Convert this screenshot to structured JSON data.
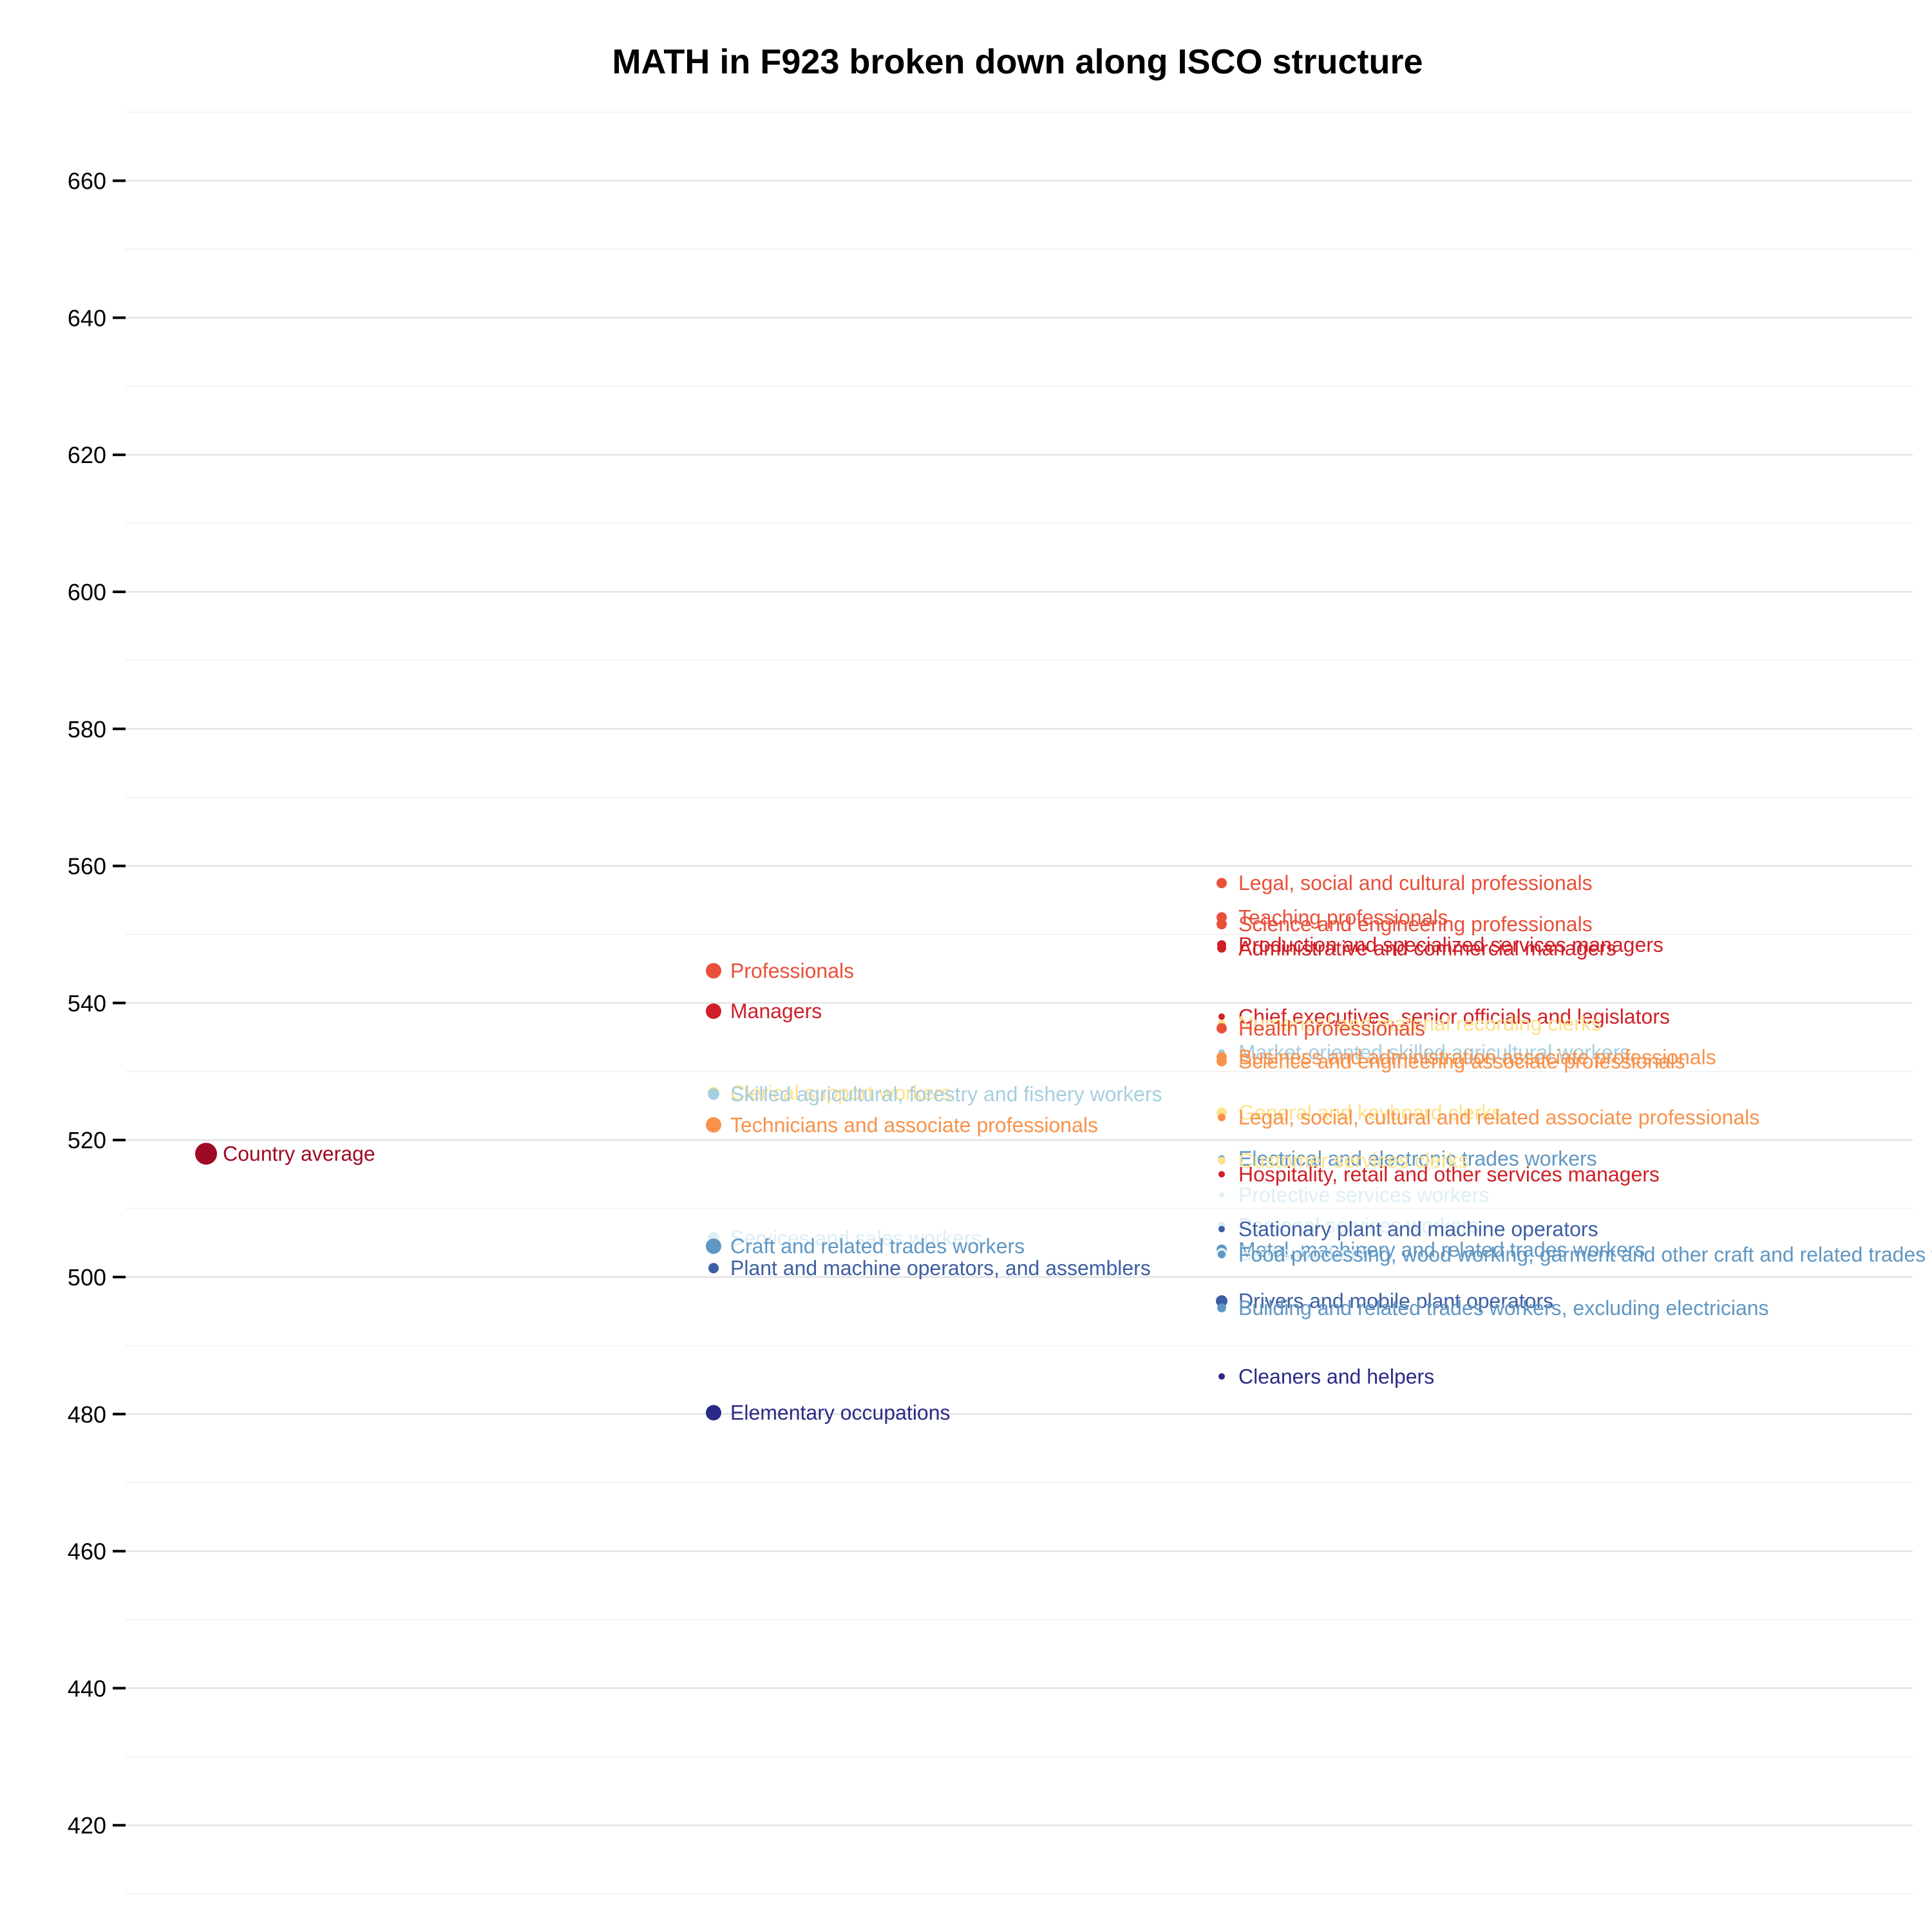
{
  "chart_data": {
    "type": "scatter",
    "title": "MATH in F923 broken down along ISCO structure",
    "xlabel": "",
    "ylabel": "",
    "ylim": [
      410,
      670
    ],
    "yticks": [
      420,
      440,
      460,
      480,
      500,
      520,
      540,
      560,
      580,
      600,
      620,
      640,
      660
    ],
    "grid": true,
    "legend": "none",
    "levels": [
      1,
      2,
      3
    ],
    "points": [
      {
        "level": 1,
        "label": "Country average",
        "value": 518,
        "color": "#9e0a24",
        "size": 17
      },
      {
        "level": 2,
        "label": "Professionals",
        "value": 544.7,
        "color": "#e8503a",
        "size": 12
      },
      {
        "level": 2,
        "label": "Managers",
        "value": 538.8,
        "color": "#d01f27",
        "size": 12
      },
      {
        "level": 2,
        "label": "Clerical support workers",
        "value": 526.9,
        "color": "#fde28b",
        "size": 9
      },
      {
        "level": 2,
        "label": "Skilled agricultural, forestry and fishery workers",
        "value": 526.7,
        "color": "#a6cfe0",
        "size": 9
      },
      {
        "level": 2,
        "label": "Technicians and associate professionals",
        "value": 522.2,
        "color": "#f8924b",
        "size": 12
      },
      {
        "level": 2,
        "label": "Services and sales workers",
        "value": 505.7,
        "color": "#ddeef5",
        "size": 9
      },
      {
        "level": 2,
        "label": "Craft and related trades workers",
        "value": 504.5,
        "color": "#6097c3",
        "size": 12
      },
      {
        "level": 2,
        "label": "Plant and machine operators, and assemblers",
        "value": 501.3,
        "color": "#3c5ea2",
        "size": 8
      },
      {
        "level": 2,
        "label": "Elementary occupations",
        "value": 480.2,
        "color": "#2a2a86",
        "size": 12
      },
      {
        "level": 3,
        "label": "Legal, social and cultural professionals",
        "value": 557.5,
        "color": "#e8503a",
        "size": 8
      },
      {
        "level": 3,
        "label": "Teaching professionals",
        "value": 552.5,
        "color": "#e8503a",
        "size": 8
      },
      {
        "level": 3,
        "label": "Science and engineering professionals",
        "value": 551.5,
        "color": "#e8503a",
        "size": 8
      },
      {
        "level": 3,
        "label": "Production and specialized services managers",
        "value": 548.5,
        "color": "#d01f27",
        "size": 7
      },
      {
        "level": 3,
        "label": "Administrative and commercial managers",
        "value": 548,
        "color": "#d01f27",
        "size": 7
      },
      {
        "level": 3,
        "label": "Chief executives, senior officials and legislators",
        "value": 538,
        "color": "#d01f27",
        "size": 5
      },
      {
        "level": 3,
        "label": "Numerical and material recording clerks",
        "value": 537,
        "color": "#fde28b",
        "size": 6
      },
      {
        "level": 3,
        "label": "Health professionals",
        "value": 536.3,
        "color": "#e8503a",
        "size": 8
      },
      {
        "level": 3,
        "label": "Market-oriented skilled agricultural workers",
        "value": 532.8,
        "color": "#a6cfe0",
        "size": 5
      },
      {
        "level": 3,
        "label": "Business and administration associate professionals",
        "value": 532.1,
        "color": "#f8924b",
        "size": 8
      },
      {
        "level": 3,
        "label": "Science and engineering associate professionals",
        "value": 531.5,
        "color": "#f8924b",
        "size": 8
      },
      {
        "level": 3,
        "label": "General and keyboard clerks",
        "value": 524,
        "color": "#fde28b",
        "size": 8
      },
      {
        "level": 3,
        "label": "Legal, social, cultural and related associate professionals",
        "value": 523.3,
        "color": "#f8924b",
        "size": 6
      },
      {
        "level": 3,
        "label": "Electrical and electronic trades workers",
        "value": 517.3,
        "color": "#6097c3",
        "size": 5
      },
      {
        "level": 3,
        "label": "Customer services clerks",
        "value": 517,
        "color": "#fde28b",
        "size": 6
      },
      {
        "level": 3,
        "label": "Hospitality, retail and other services managers",
        "value": 515,
        "color": "#d01f27",
        "size": 5
      },
      {
        "level": 3,
        "label": "Protective services workers",
        "value": 512,
        "color": "#ddeef5",
        "size": 4
      },
      {
        "level": 3,
        "label": "Personal services workers",
        "value": 507.5,
        "color": "#ddeef5",
        "size": 6
      },
      {
        "level": 3,
        "label": "Stationary plant and machine operators",
        "value": 507,
        "color": "#3c5ea2",
        "size": 5
      },
      {
        "level": 3,
        "label": "Metal, machinery and related trades workers",
        "value": 504,
        "color": "#6097c3",
        "size": 8
      },
      {
        "level": 3,
        "label": "Sales workers",
        "value": 503.5,
        "color": "#ddeef5",
        "size": 8
      },
      {
        "level": 3,
        "label": "Food processing, wood working, garment and other craft and related trades workers",
        "value": 503.3,
        "color": "#6097c3",
        "size": 6
      },
      {
        "level": 3,
        "label": "Drivers and mobile plant operators",
        "value": 496.5,
        "color": "#3c5ea2",
        "size": 9
      },
      {
        "level": 3,
        "label": "Building and related trades workers, excluding electricians",
        "value": 495.5,
        "color": "#6097c3",
        "size": 7
      },
      {
        "level": 3,
        "label": "Cleaners and helpers",
        "value": 485.5,
        "color": "#2a2a86",
        "size": 5
      }
    ]
  }
}
